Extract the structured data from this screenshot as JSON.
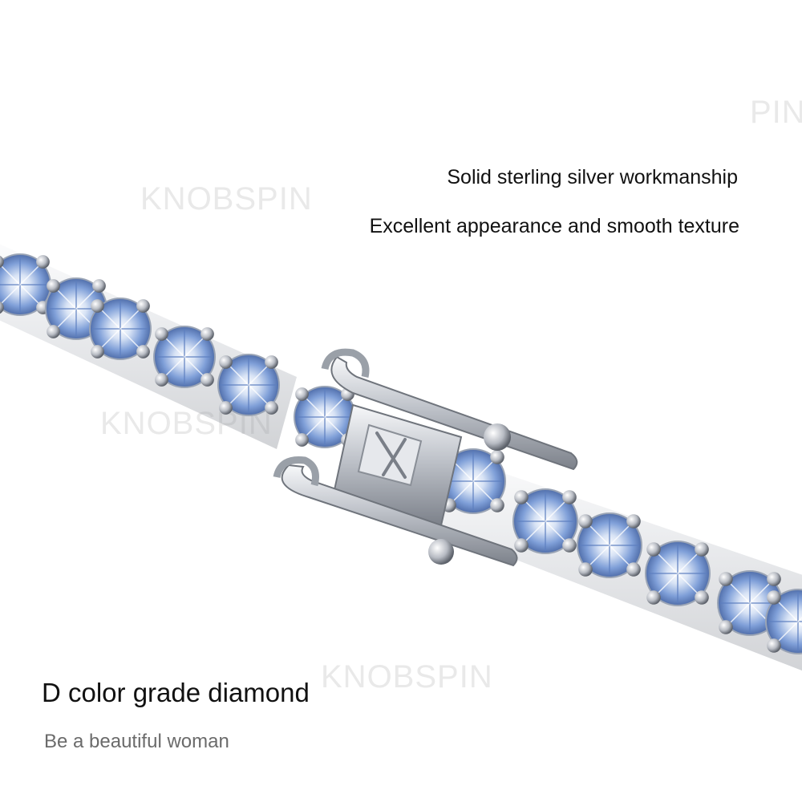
{
  "watermarks": [
    "KNOBSPIN",
    "KNOBSPIN",
    "KNOBSPIN",
    "PIN"
  ],
  "features": {
    "line1": "Solid sterling silver workmanship",
    "line2": "Excellent appearance and smooth texture"
  },
  "headline": "D color grade diamond",
  "tagline": "Be a beautiful woman",
  "colors": {
    "background": "#ffffff",
    "silver": "#c9ccd2",
    "diamond_blue": "#7f9fd8",
    "text": "#111111",
    "tagline": "#6b6b6b"
  }
}
